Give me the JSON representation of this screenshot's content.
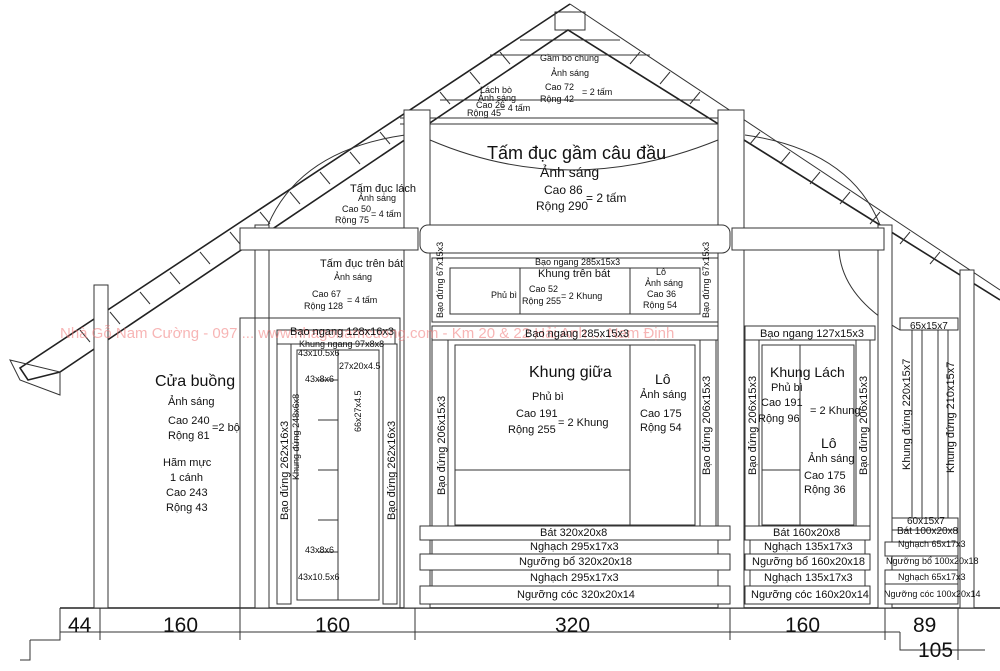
{
  "watermark": "Nhà Gỗ Nam Cường - 097 ... www.nhagonamcuong.com - Km 20 & 22 Hải Anh ... Nam Định",
  "roof": {
    "gam_bo_chung": "Gầm bò chung",
    "gam_bo_chung_light": "Ảnh sáng",
    "gam_bo_chung_cao": "Cao 72",
    "gam_bo_chung_rong": "Rộng 42",
    "gam_bo_chung_qty": "= 2 tấm",
    "lach_bo": "Lách bò",
    "lach_bo_light": "Ảnh sáng",
    "lach_bo_cao": "Cao 26",
    "lach_bo_rong": "Rộng 45",
    "lach_bo_qty": "= 4 tấm"
  },
  "tam_duc_cau_dau": {
    "title": "Tấm đục gầm câu đầu",
    "light": "Ảnh sáng",
    "cao": "Cao 86",
    "rong": "Rộng 290",
    "qty": "= 2 tấm"
  },
  "tam_duc_lach": {
    "title": "Tấm đục lách",
    "light": "Ảnh sáng",
    "cao": "Cao 50",
    "rong": "Rộng 75",
    "qty": "= 4 tấm"
  },
  "tam_duc_tren_bat": {
    "title": "Tấm đục trên bát",
    "light": "Ảnh sáng",
    "cao": "Cao 67",
    "rong": "Rộng 128",
    "qty": "= 4 tấm"
  },
  "cua_buong": {
    "title": "Cửa buồng",
    "light": "Ảnh sáng",
    "cao": "Cao 240",
    "rong": "Rộng 81",
    "qty": "=2 bộ",
    "ham_muc": "Hãm mực",
    "canh": "1 cánh",
    "ham_cao": "Cao 243",
    "ham_rong": "Rộng 43"
  },
  "left_bay": {
    "bao_ngang": "Bạo ngang 128x16x3",
    "khung_ngang": "Khung ngang 97x8x8",
    "top_43": "43x10.5x6",
    "piece_27": "27x20x4.5",
    "piece_43a": "43x8x6",
    "piece_66": "66x27x4.5",
    "piece_43b": "43x8x6",
    "bottom_43": "43x10.5x6",
    "bao_dung_left": "Bạo đứng 262x16x3",
    "khung_dung": "Khung đứng 248x6x8",
    "bao_dung_right": "Bạo đứng 262x16x3"
  },
  "center_bay": {
    "bao_ngang_top": "Bạo ngang 285x15x3",
    "khung_tren_bat": "Khung trên bát",
    "phu_bi": "Phủ bì",
    "ktb_cao": "Cao 52",
    "ktb_rong": "Rộng 255",
    "ktb_qty": "= 2 Khung",
    "lo_top": "Lô",
    "lo_top_light": "Ảnh sáng",
    "lo_top_cao": "Cao 36",
    "lo_top_rong": "Rộng 54",
    "bao_dung_small_left": "Bạo đứng 67x15x3",
    "bao_dung_small_right": "Bạo đứng 67x15x3",
    "bao_ngang_mid": "Bạo ngang 285x15x3",
    "khung_giua": "Khung giữa",
    "kg_phu_bi": "Phủ bì",
    "kg_cao": "Cao 191",
    "kg_rong": "Rộng 255",
    "kg_qty": "= 2 Khung",
    "lo": "Lô",
    "lo_light": "Ảnh sáng",
    "lo_cao": "Cao 175",
    "lo_rong": "Rộng 54",
    "bao_dung_left": "Bạo đứng 206x15x3",
    "bao_dung_right": "Bạo đứng 206x15x3",
    "bat": "Bát 320x20x8",
    "nghach1": "Nghạch 295x17x3",
    "nguong_bo": "Ngưỡng bổ 320x20x18",
    "nghach2": "Nghạch 295x17x3",
    "nguong_coc": "Ngưỡng cóc 320x20x14"
  },
  "right_bay": {
    "bao_ngang": "Bạo ngang 127x15x3",
    "khung_lach": "Khung Lách",
    "phu_bi": "Phủ bì",
    "cao": "Cao 191",
    "rong": "Rộng 96",
    "qty": "= 2 Khung",
    "lo": "Lô",
    "lo_light": "Ảnh sáng",
    "lo_cao": "Cao 175",
    "lo_rong": "Rộng 36",
    "bao_dung_left": "Bạo đứng 206x15x3",
    "bao_dung_right": "Bạo đứng 206x15x3",
    "bat": "Bát 160x20x8",
    "nghach1": "Nghạch 135x17x3",
    "nguong_bo": "Ngưỡng bổ 160x20x18",
    "nghach2": "Nghạch 135x17x3",
    "nguong_coc": "Ngưỡng cóc 160x20x14"
  },
  "far_right_bay": {
    "top": "65x15x7",
    "khung_dung_a": "Khung đứng 220x15x7",
    "khung_dung_b": "Khung đứng 210x15x7",
    "mid": "60x15x7",
    "bat": "Bát 100x20x8",
    "nghach1": "Nghạch 65x17x3",
    "nguong_bo": "Ngưỡng bổ 100x20x18",
    "nghach2": "Nghạch 65x17x3",
    "nguong_coc": "Ngưỡng cóc 100x20x14"
  },
  "dimensions": [
    "44",
    "160",
    "160",
    "320",
    "160",
    "89",
    "105"
  ]
}
